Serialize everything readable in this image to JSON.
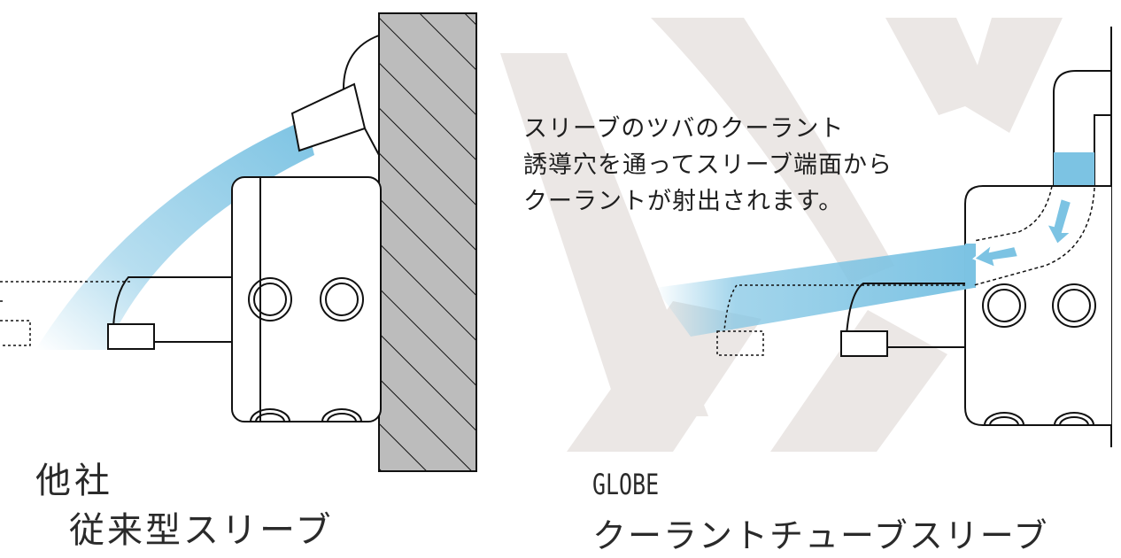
{
  "colors": {
    "coolant": "#7cc3e3",
    "watermark": "#ebe7e5",
    "wall_fill": "#bcbcbc",
    "line": "#111111"
  },
  "left": {
    "title_line1": "他社",
    "title_line2": "従来型スリーブ"
  },
  "right": {
    "title_line1": "GLOBE",
    "title_line2": "クーラントチューブスリーブ",
    "annotation_lines": [
      "スリーブのツバのクーラント",
      "誘導穴を通ってスリーブ端面から",
      "クーラントが射出されます。"
    ]
  }
}
